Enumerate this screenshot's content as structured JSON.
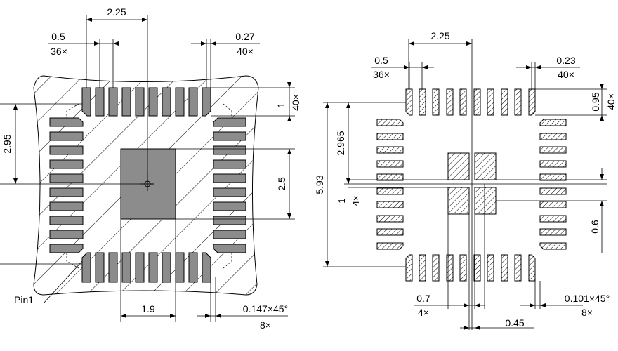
{
  "colors": {
    "pad_fill": "#8c8c8c",
    "line": "#000000",
    "background": "#ffffff"
  },
  "left_view": {
    "dims": {
      "width_top": "2.25",
      "pitch": "0.5",
      "pitch_count": "36×",
      "pad_w": "0.27",
      "pad_w_count": "40×",
      "pad_len": "1",
      "pad_len_count": "40×",
      "vertical_2_95": "2.95",
      "thermal_h": "2.5",
      "thermal_w": "1.9",
      "chamfer": "0.147×45°",
      "chamfer_count": "8×"
    },
    "pin_label": "Pin1"
  },
  "right_view": {
    "dims": {
      "width_top": "2.25",
      "pitch": "0.5",
      "pitch_count": "36×",
      "pad_w": "0.23",
      "pad_w_count": "40×",
      "pad_len": "0.95",
      "pad_len_count": "40×",
      "vertical_2_965": "2.965",
      "overall_5_93": "5.93",
      "sub_len": "1",
      "sub_len_count": "4×",
      "sub_gap": "0.6",
      "sub_w": "0.7",
      "sub_w_count": "4×",
      "chamfer": "0.101×45°",
      "chamfer_count": "8×",
      "gap_045": "0.45"
    }
  }
}
